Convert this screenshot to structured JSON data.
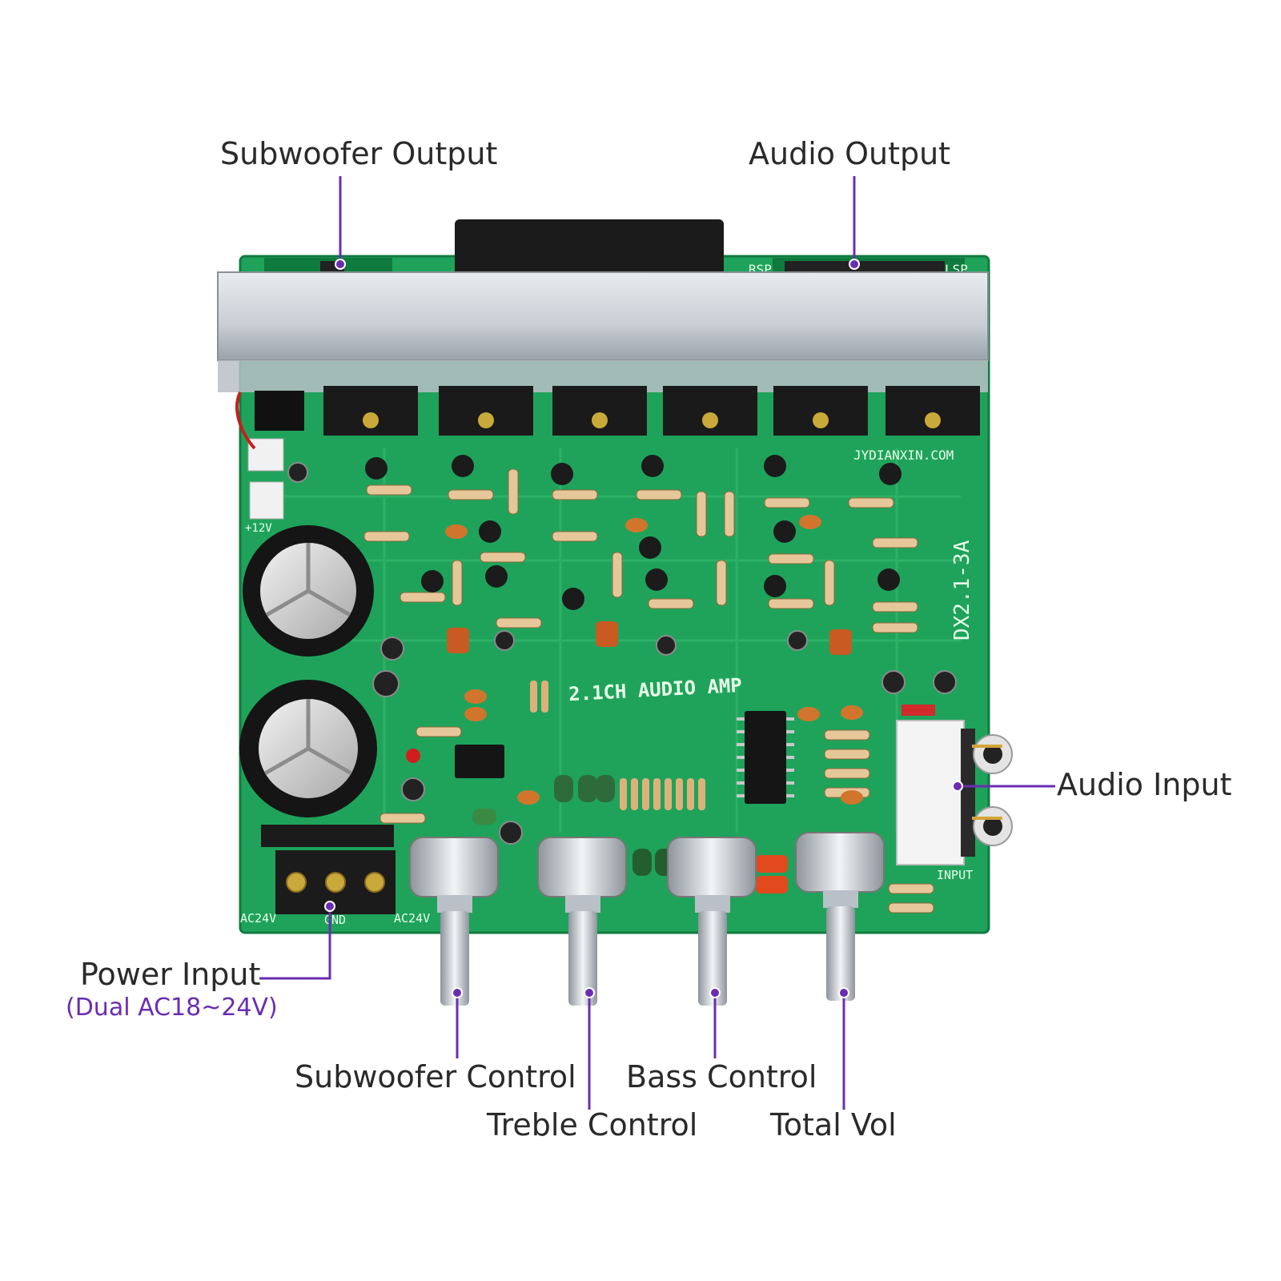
{
  "colors": {
    "accent": "#6a2db2",
    "pcb": "#1fa35b",
    "label": "#2a2a2a"
  },
  "labels": {
    "subwoofer_output": "Subwoofer Output",
    "audio_output": "Audio Output",
    "audio_input": "Audio Input",
    "power_input": "Power Input",
    "power_input_spec": "(Dual AC18~24V)",
    "subwoofer_control": "Subwoofer Control",
    "treble_control": "Treble Control",
    "bass_control": "Bass Control",
    "total_vol": "Total Vol"
  },
  "board": {
    "model": "DX2.1-3A",
    "title": "2.1CH AUDIO AMP",
    "website": "JYDIANXIN.COM",
    "input_marking": "INPUT",
    "rsp": "RSP",
    "lsp": "LSP",
    "gnd": "GND",
    "ac_left": "AC24V",
    "ac_right": "AC24V",
    "plus12": "+12V"
  }
}
